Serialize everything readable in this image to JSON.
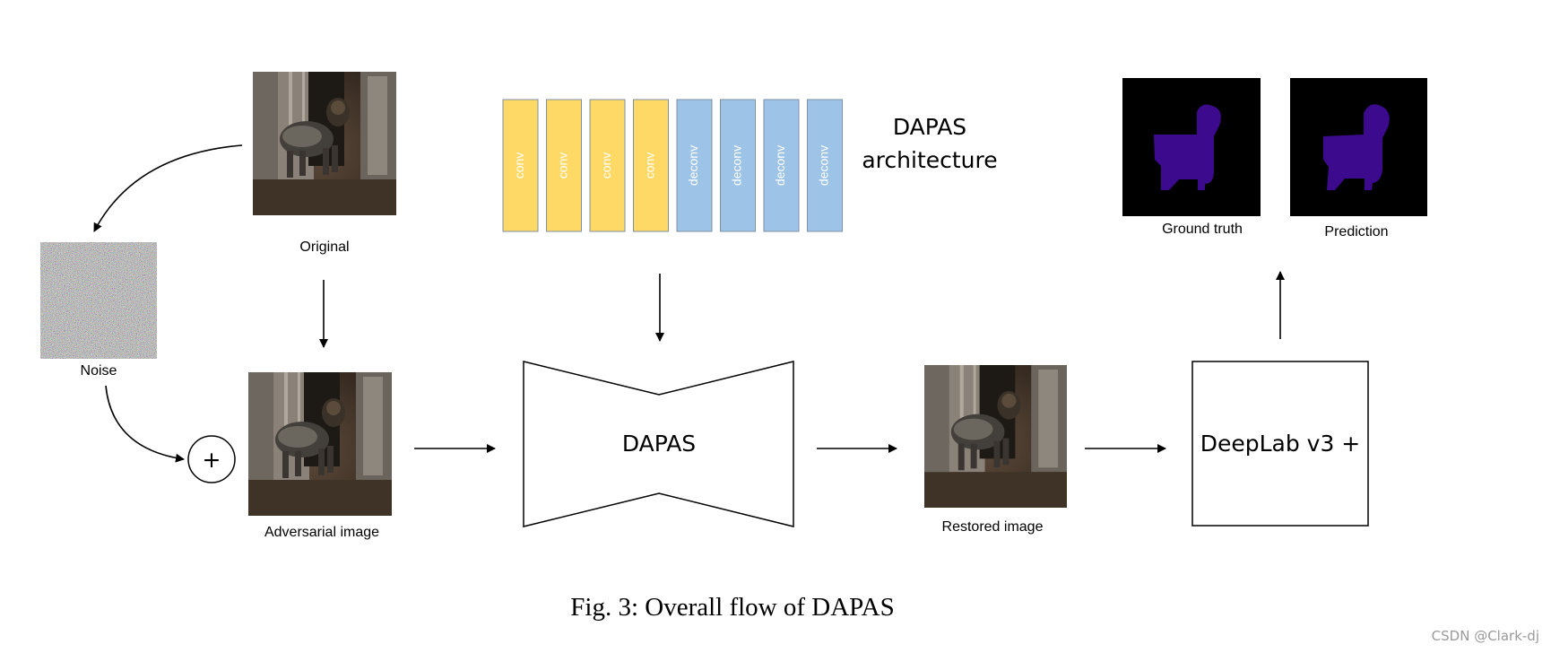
{
  "labels": {
    "original": "Original",
    "noise": "Noise",
    "adversarial": "Adversarial image",
    "restored": "Restored image",
    "ground_truth": "Ground truth",
    "prediction": "Prediction",
    "architecture_line1": "DAPAS",
    "architecture_line2": "architecture",
    "dapas_block": "DAPAS",
    "deeplab_block": "DeepLab v3 +",
    "plus_symbol": "+"
  },
  "architecture_layers": [
    {
      "label": "conv",
      "kind": "conv"
    },
    {
      "label": "conv",
      "kind": "conv"
    },
    {
      "label": "conv",
      "kind": "conv"
    },
    {
      "label": "conv",
      "kind": "conv"
    },
    {
      "label": "deconv",
      "kind": "deconv"
    },
    {
      "label": "deconv",
      "kind": "deconv"
    },
    {
      "label": "deconv",
      "kind": "deconv"
    },
    {
      "label": "deconv",
      "kind": "deconv"
    }
  ],
  "caption": "Fig. 3: Overall flow of DAPAS",
  "watermark": "CSDN @Clark-dj",
  "colors": {
    "conv": "#ffd966",
    "deconv": "#9dc3e6",
    "layer_border": "#7f8fa6",
    "mask": "#3c0a8c",
    "mask_background": "#000000"
  }
}
